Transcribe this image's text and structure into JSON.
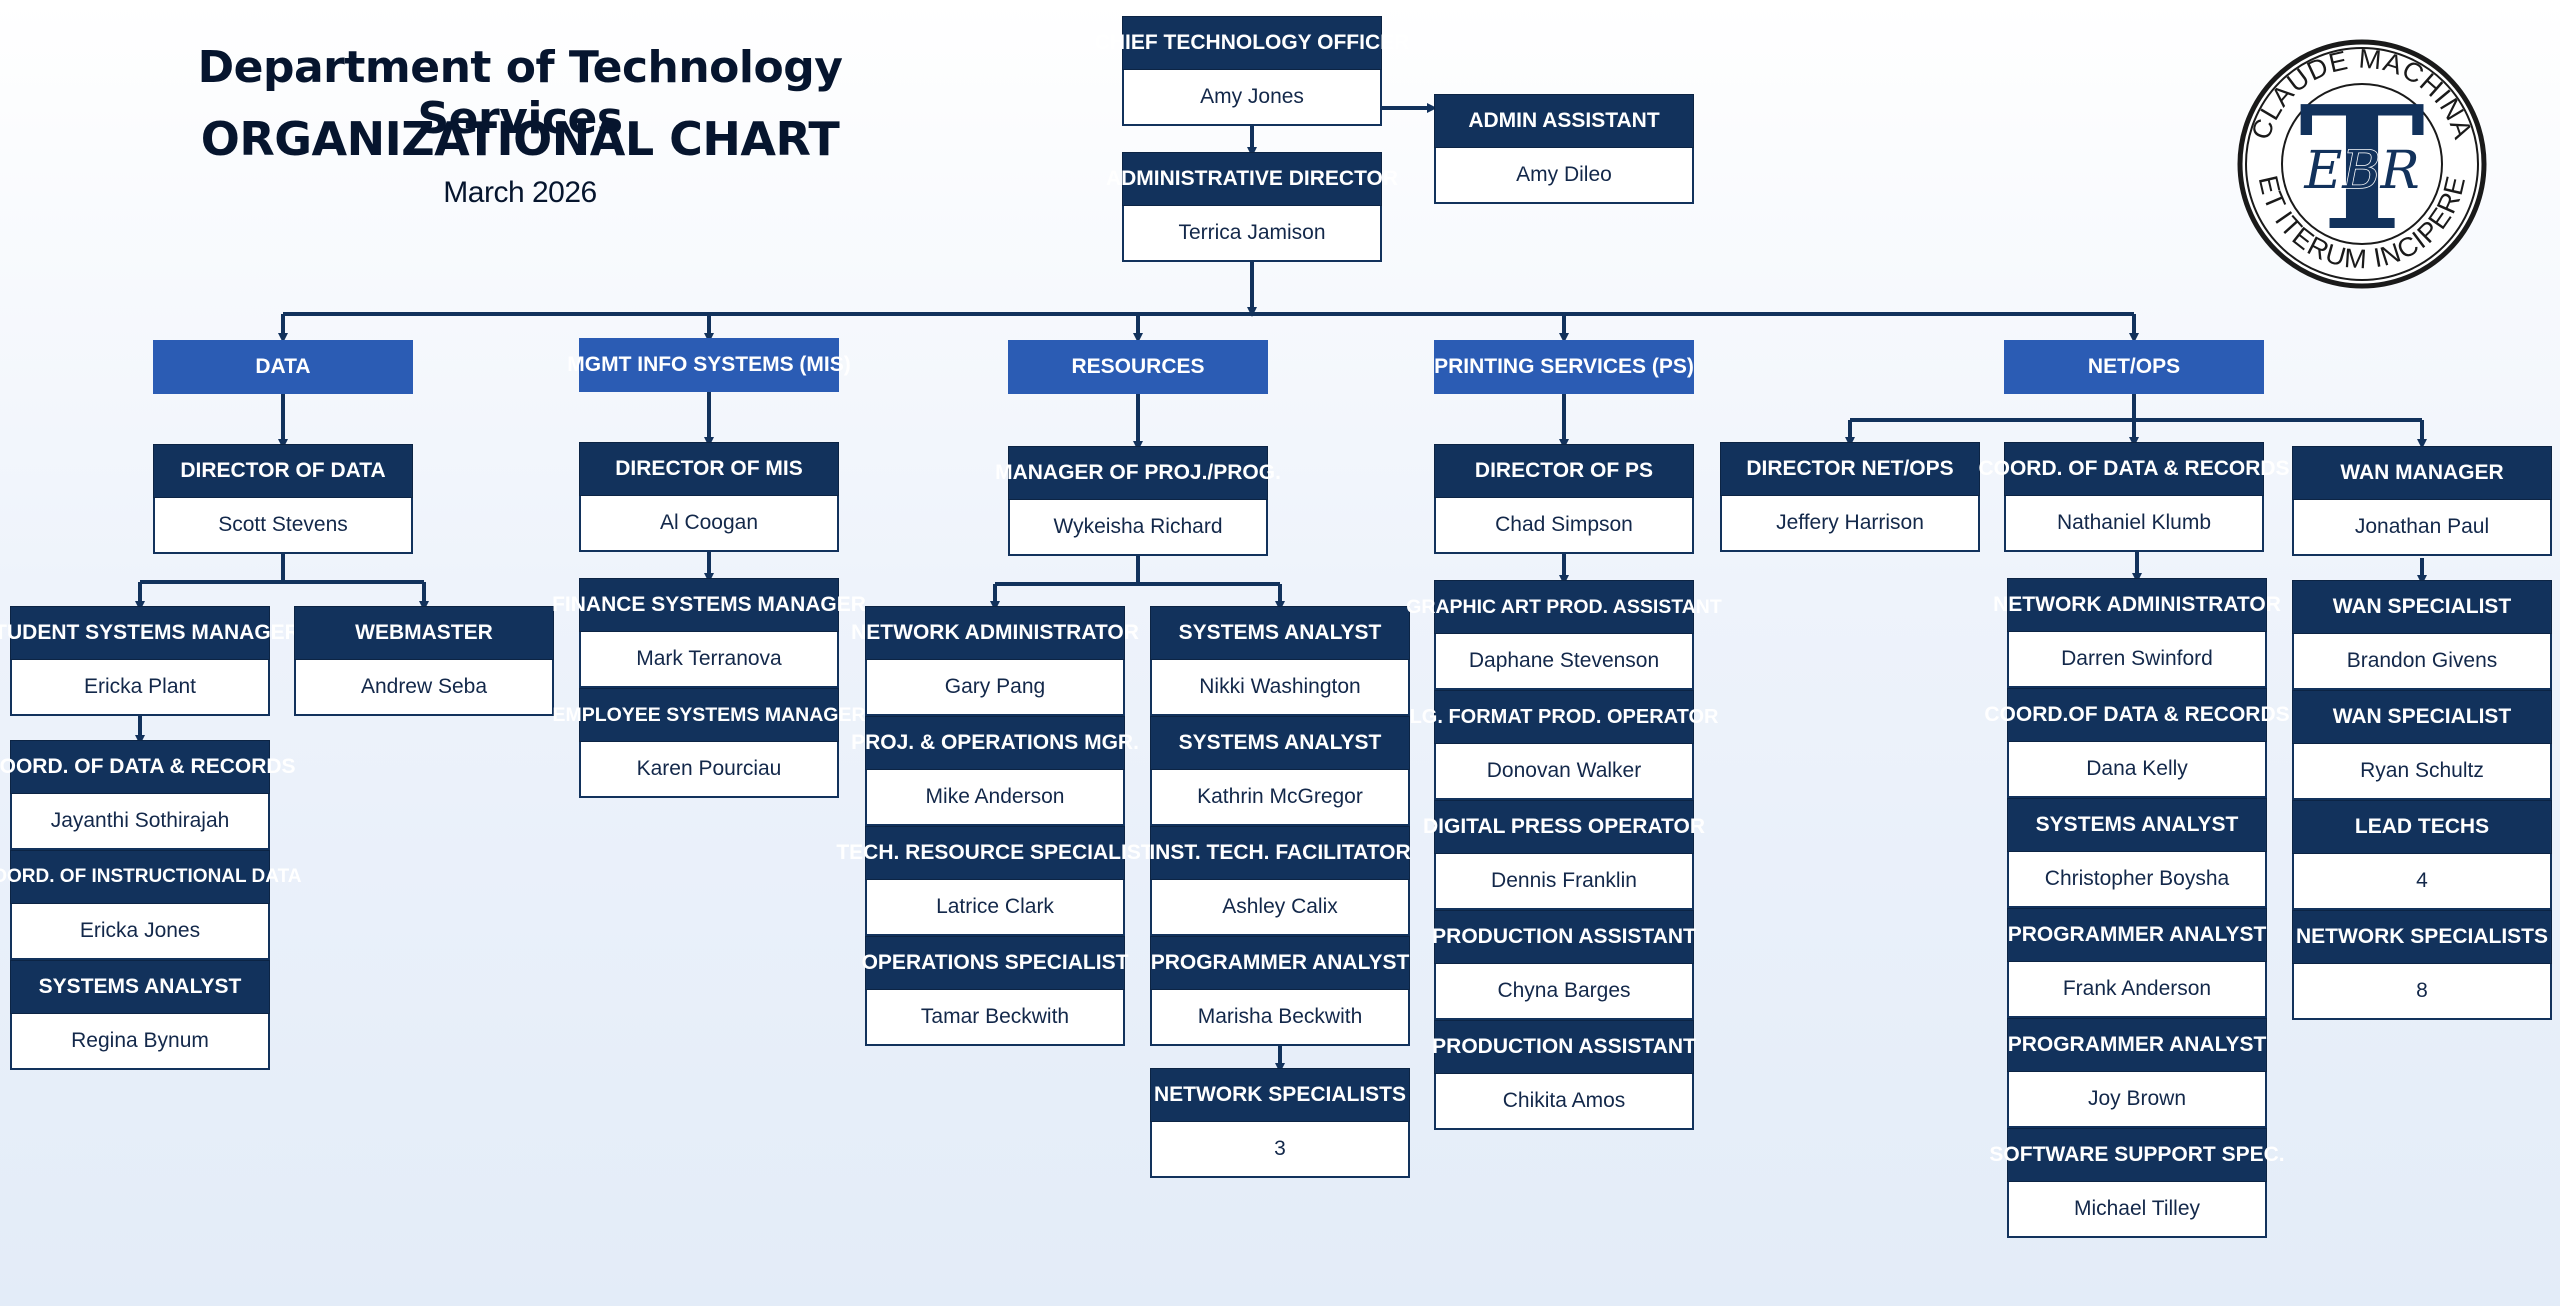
{
  "header": {
    "line1": "Department of Technology Services",
    "line2": "ORGANIZATIONAL CHART",
    "date": "March 2026"
  },
  "seal": {
    "top_text": "CLAUDE MACHINA",
    "bottom_text": "ET ITERUM INCIPERE",
    "letters": "EBR",
    "big_letter": "T"
  },
  "colors": {
    "header_bg": "#12325c",
    "dept_bg": "#2b5cb4",
    "line": "#12325c"
  },
  "leadership": {
    "cto": {
      "title": "CHIEF TECHNOLOGY OFFICER",
      "name": "Amy Jones"
    },
    "admin_assistant": {
      "title": "ADMIN ASSISTANT",
      "name": "Amy Dileo"
    },
    "admin_director": {
      "title": "ADMINISTRATIVE DIRECTOR",
      "name": "Terrica Jamison"
    }
  },
  "departments": {
    "data": "DATA",
    "mis": "MGMT INFO SYSTEMS (MIS)",
    "resources": "RESOURCES",
    "ps": "PRINTING SERVICES (PS)",
    "netops": "NET/OPS"
  },
  "data": {
    "director": {
      "title": "DIRECTOR OF DATA",
      "name": "Scott Stevens"
    },
    "student_sys": {
      "title": "STUDENT SYSTEMS MANAGER",
      "name": "Ericka Plant"
    },
    "webmaster": {
      "title": "WEBMASTER",
      "name": "Andrew Seba"
    },
    "stack": [
      {
        "title": "COORD. OF DATA & RECORDS",
        "name": "Jayanthi Sothirajah"
      },
      {
        "title": "COORD. OF INSTRUCTIONAL DATA",
        "name": "Ericka Jones"
      },
      {
        "title": "SYSTEMS ANALYST",
        "name": "Regina Bynum"
      }
    ]
  },
  "mis": {
    "director": {
      "title": "DIRECTOR OF MIS",
      "name": "Al Coogan"
    },
    "stack": [
      {
        "title": "FINANCE SYSTEMS MANAGER",
        "name": "Mark Terranova"
      },
      {
        "title": "EMPLOYEE SYSTEMS MANAGER",
        "name": "Karen Pourciau"
      }
    ]
  },
  "resources": {
    "manager": {
      "title": "MANAGER OF PROJ./PROG.",
      "name": "Wykeisha Richard"
    },
    "left": [
      {
        "title": "NETWORK ADMINISTRATOR",
        "name": "Gary Pang"
      },
      {
        "title": "PROJ. & OPERATIONS MGR.",
        "name": "Mike Anderson"
      },
      {
        "title": "TECH. RESOURCE SPECIALIST",
        "name": "Latrice Clark"
      },
      {
        "title": "OPERATIONS SPECIALIST",
        "name": "Tamar Beckwith"
      }
    ],
    "right": [
      {
        "title": "SYSTEMS ANALYST",
        "name": "Nikki Washington"
      },
      {
        "title": "SYSTEMS ANALYST",
        "name": "Kathrin McGregor"
      },
      {
        "title": "INST. TECH. FACILITATOR",
        "name": "Ashley Calix"
      },
      {
        "title": "PROGRAMMER ANALYST",
        "name": "Marisha Beckwith"
      }
    ],
    "net_specialists": {
      "title": "NETWORK SPECIALISTS",
      "name": "3"
    }
  },
  "ps": {
    "director": {
      "title": "DIRECTOR OF PS",
      "name": "Chad Simpson"
    },
    "stack": [
      {
        "title": "GRAPHIC ART PROD. ASSISTANT",
        "name": "Daphane Stevenson"
      },
      {
        "title": "LG. FORMAT PROD. OPERATOR",
        "name": "Donovan Walker"
      },
      {
        "title": "DIGITAL PRESS OPERATOR",
        "name": "Dennis Franklin"
      },
      {
        "title": "PRODUCTION ASSISTANT",
        "name": "Chyna Barges"
      },
      {
        "title": "PRODUCTION ASSISTANT",
        "name": "Chikita Amos"
      }
    ]
  },
  "netops": {
    "director": {
      "title": "DIRECTOR NET/OPS",
      "name": "Jeffery Harrison"
    },
    "coord": {
      "title": "COORD. OF DATA & RECORDS",
      "name": "Nathaniel Klumb"
    },
    "wan_mgr": {
      "title": "WAN MANAGER",
      "name": "Jonathan Paul"
    },
    "coord_stack": [
      {
        "title": "NETWORK ADMINISTRATOR",
        "name": "Darren Swinford"
      },
      {
        "title": "COORD.OF DATA & RECORDS",
        "name": "Dana Kelly"
      },
      {
        "title": "SYSTEMS ANALYST",
        "name": "Christopher Boysha"
      },
      {
        "title": "PROGRAMMER ANALYST",
        "name": "Frank Anderson"
      },
      {
        "title": "PROGRAMMER ANALYST",
        "name": "Joy Brown"
      },
      {
        "title": "SOFTWARE SUPPORT SPEC.",
        "name": "Michael Tilley"
      }
    ],
    "wan_stack": [
      {
        "title": "WAN SPECIALIST",
        "name": "Brandon Givens"
      },
      {
        "title": "WAN SPECIALIST",
        "name": "Ryan Schultz"
      },
      {
        "title": "LEAD TECHS",
        "name": "4"
      },
      {
        "title": "NETWORK SPECIALISTS",
        "name": "8"
      }
    ]
  }
}
